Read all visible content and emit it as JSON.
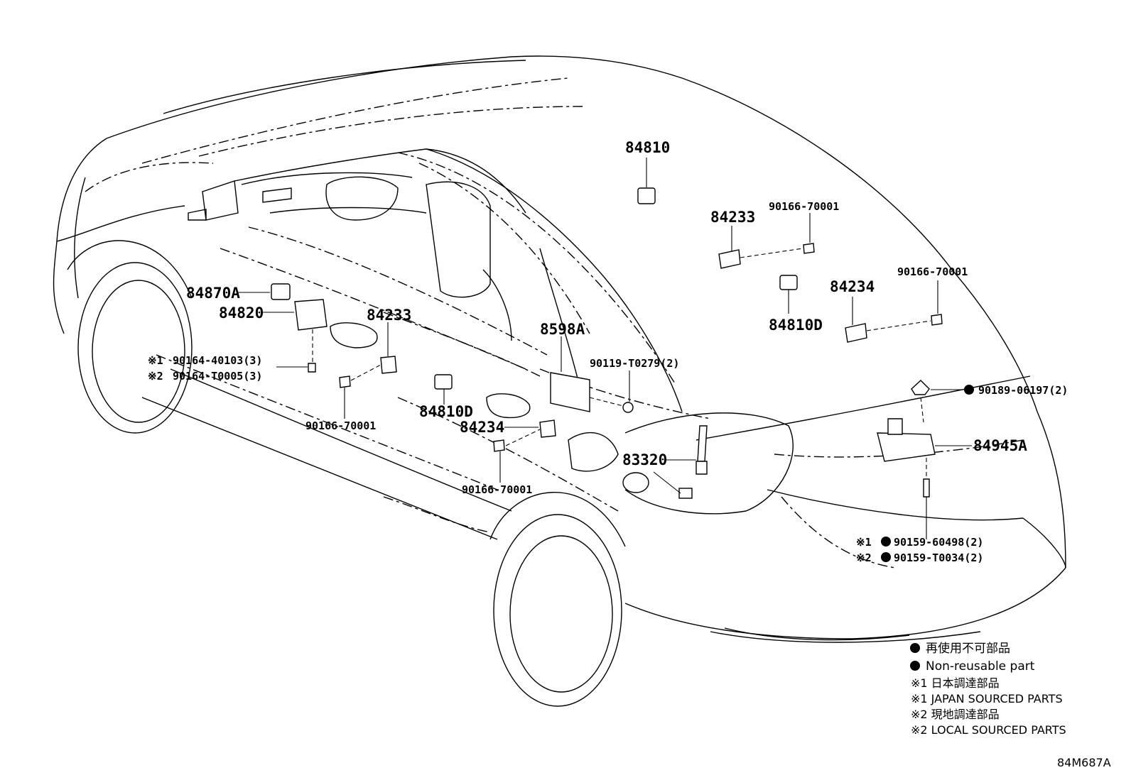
{
  "parts": {
    "p84810": "84810",
    "p84233_right": "84233",
    "p90166_70001_top": "90166-70001",
    "p90166_70001_right": "90166-70001",
    "p84234_right": "84234",
    "p84810D_right": "84810D",
    "p84870A": "84870A",
    "p84820": "84820",
    "p84233_left": "84233",
    "p8598A": "8598A",
    "p90119_T0279": "90119-T0279(2)",
    "p90164_40103": "90164-40103(3)",
    "p90164_T0005": "90164-T0005(3)",
    "p90189_06197": "90189-06197(2)",
    "p84945A": "84945A",
    "p84810D_left": "84810D",
    "p90166_70001_left": "90166-70001",
    "p84234_left": "84234",
    "p83320": "83320",
    "p90166_70001_bottom": "90166-70001",
    "p90159_60498": "90159-60498(2)",
    "p90159_T0034": "90159-T0034(2)"
  },
  "marks": {
    "m1": "※1",
    "m2": "※2"
  },
  "legend": {
    "line1": "再使用不可部品",
    "line2": "Non-reusable part",
    "line3": "※1 日本調達部品",
    "line4": "※1 JAPAN SOURCED PARTS",
    "line5": "※2 現地調達部品",
    "line6": "※2 LOCAL SOURCED PARTS"
  },
  "figure_code": "84M687A"
}
